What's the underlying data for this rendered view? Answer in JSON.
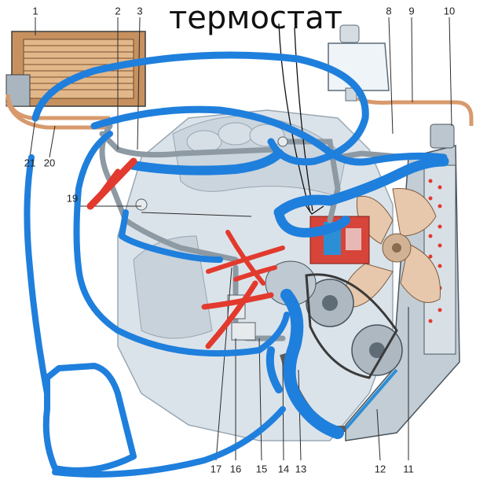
{
  "annotation": {
    "title": "термостат"
  },
  "callouts": [
    "1",
    "2",
    "3",
    "8",
    "9",
    "10",
    "11",
    "12",
    "13",
    "14",
    "15",
    "16",
    "17",
    "19",
    "20",
    "21"
  ],
  "colors": {
    "drawing_blue": "#1f7fdc",
    "drawing_red": "#e23a2e",
    "engine_gray": "#c9d3db",
    "hose_copper": "#d89a6c",
    "line_dark": "#2b2b2b"
  }
}
